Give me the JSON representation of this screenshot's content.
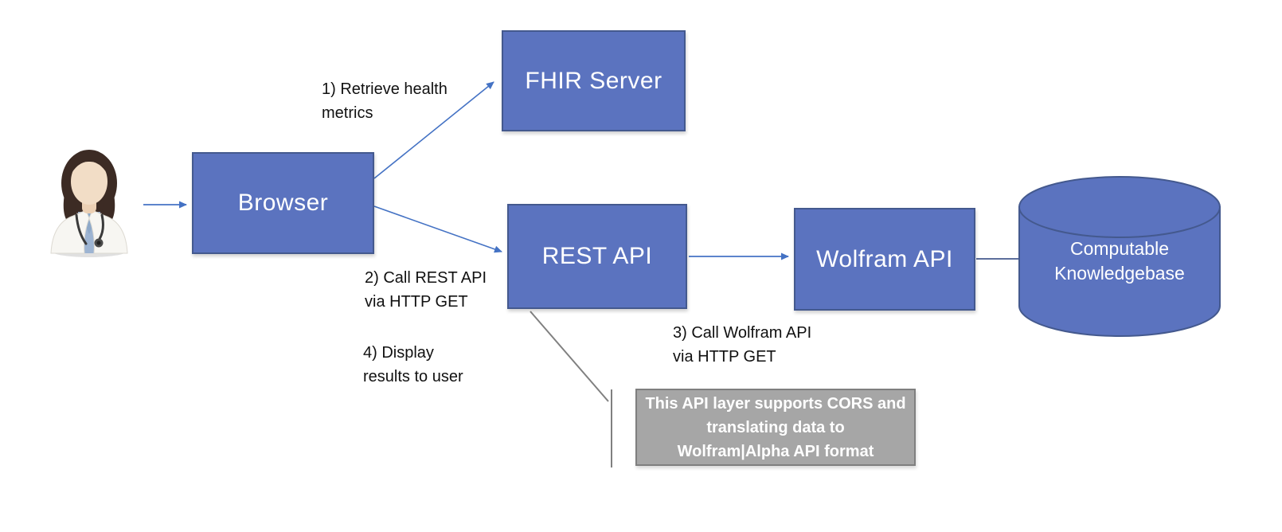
{
  "diagram_title": "",
  "colors": {
    "background": "#ffffff",
    "node_fill": "#5b73bf",
    "node_border": "#44598e",
    "node_text": "#ffffff",
    "arrow_blue": "#4472c4",
    "connector_dark": "#44598e",
    "gray_line": "#808080",
    "note_fill": "#a6a6a6",
    "note_border": "#7f7f7f",
    "label_text": "#111111"
  },
  "nodes": {
    "browser": {
      "label": "Browser"
    },
    "fhir_server": {
      "label": "FHIR Server"
    },
    "rest_api": {
      "label": "REST API"
    },
    "wolfram_api": {
      "label": "Wolfram API"
    },
    "knowledgebase": {
      "label": "Computable\nKnowledgebase"
    }
  },
  "edge_labels": {
    "step1": "1) Retrieve health\nmetrics",
    "step2": "2) Call REST API\nvia HTTP GET",
    "step3": "3) Call Wolfram API\nvia HTTP GET",
    "step4": "4) Display\nresults to user"
  },
  "note": {
    "text": "This API layer supports CORS and\ntranslating data to\nWolfram|Alpha API format"
  },
  "icons": {
    "user": "doctor-user-icon",
    "datastore": "database-cylinder-icon"
  }
}
